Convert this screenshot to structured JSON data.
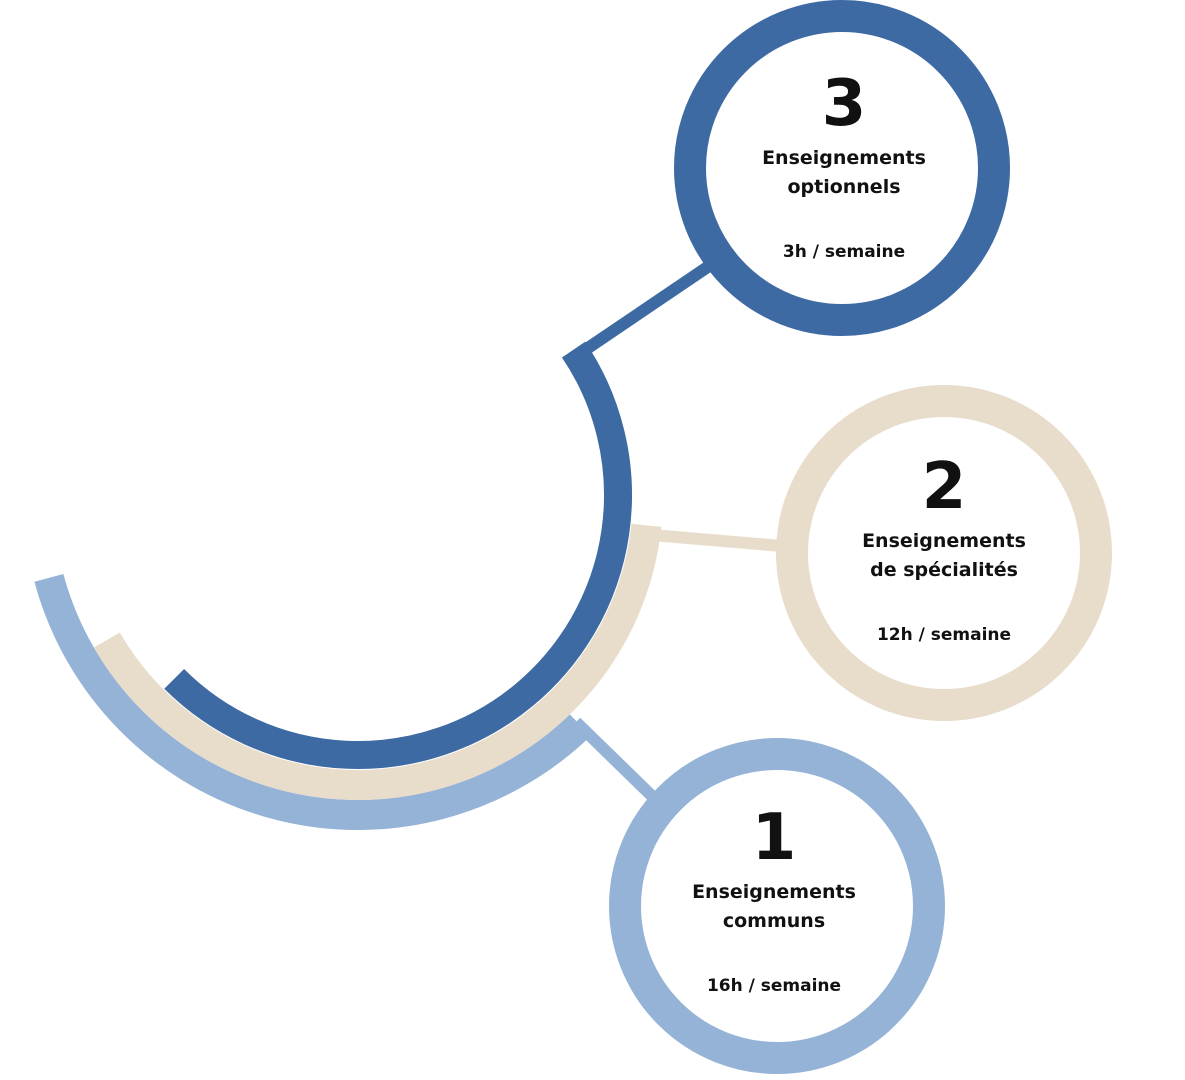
{
  "colors": {
    "optionnels": "#3d6aa3",
    "specialites": "#e8dccb",
    "communs": "#95b3d7"
  },
  "items": [
    {
      "number": "3",
      "title_line1": "Enseignements",
      "title_line2": "optionnels",
      "hours": "3h / semaine"
    },
    {
      "number": "2",
      "title_line1": "Enseignements",
      "title_line2": "de spécialités",
      "hours": "12h / semaine"
    },
    {
      "number": "1",
      "title_line1": "Enseignements",
      "title_line2": "communs",
      "hours": "16h / semaine"
    }
  ]
}
